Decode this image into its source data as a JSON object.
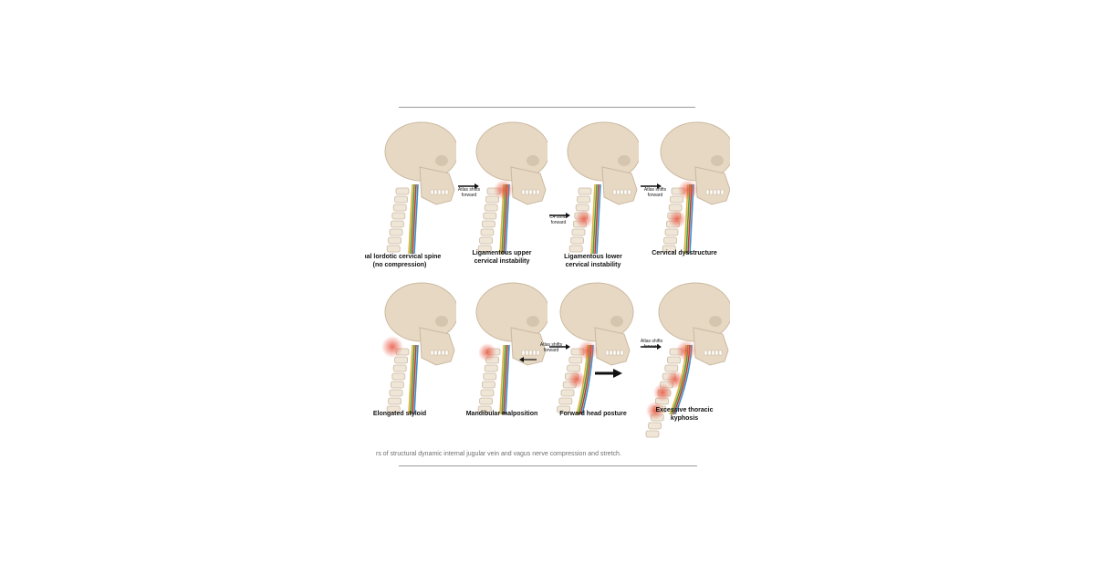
{
  "figure": {
    "panels": [
      {
        "id": "p1",
        "caption": "rmal lordotic cervical spine\n(no compression)",
        "note": "",
        "highlight": []
      },
      {
        "id": "p2",
        "caption": "Ligamentous upper\ncervical instability",
        "note": "Atlas shifts\nforward",
        "highlight": [
          "upper"
        ]
      },
      {
        "id": "p3",
        "caption": "Ligamentous lower\ncervical instability",
        "note": "C4 shifts\nforward",
        "highlight": [
          "lower"
        ]
      },
      {
        "id": "p4",
        "caption": "Cervical dysstructure",
        "note": "Atlas shifts\nforward",
        "highlight": [
          "upper",
          "lower"
        ]
      },
      {
        "id": "p5",
        "caption": "Elongated styloid",
        "note": "",
        "highlight": [
          "styloid"
        ]
      },
      {
        "id": "p6",
        "caption": "Mandibular malposition",
        "note": "",
        "highlight": [
          "jaw"
        ]
      },
      {
        "id": "p7",
        "caption": "Forward head posture",
        "note": "Atlas shifts\nforward",
        "highlight": [
          "upper",
          "lower"
        ]
      },
      {
        "id": "p8",
        "caption": "Excessive thoracic\nkyphosis",
        "note": "Atlas shifts\nforward",
        "highlight": [
          "upper",
          "lower",
          "thoracic"
        ]
      }
    ],
    "caption_text": "rs of structural dynamic internal jugular vein and vagus nerve compression and stretch."
  },
  "colors": {
    "skull": "#e6d8c3",
    "skull_shade": "#cbb9a0",
    "bone": "#efe6d8",
    "vein": "#3a8fc9",
    "nerve_yellow": "#e2b33a",
    "nerve_green": "#4c9a3d",
    "artery": "#c0392b",
    "inflammation": "#e8553f",
    "rule": "#9a9a9a"
  }
}
